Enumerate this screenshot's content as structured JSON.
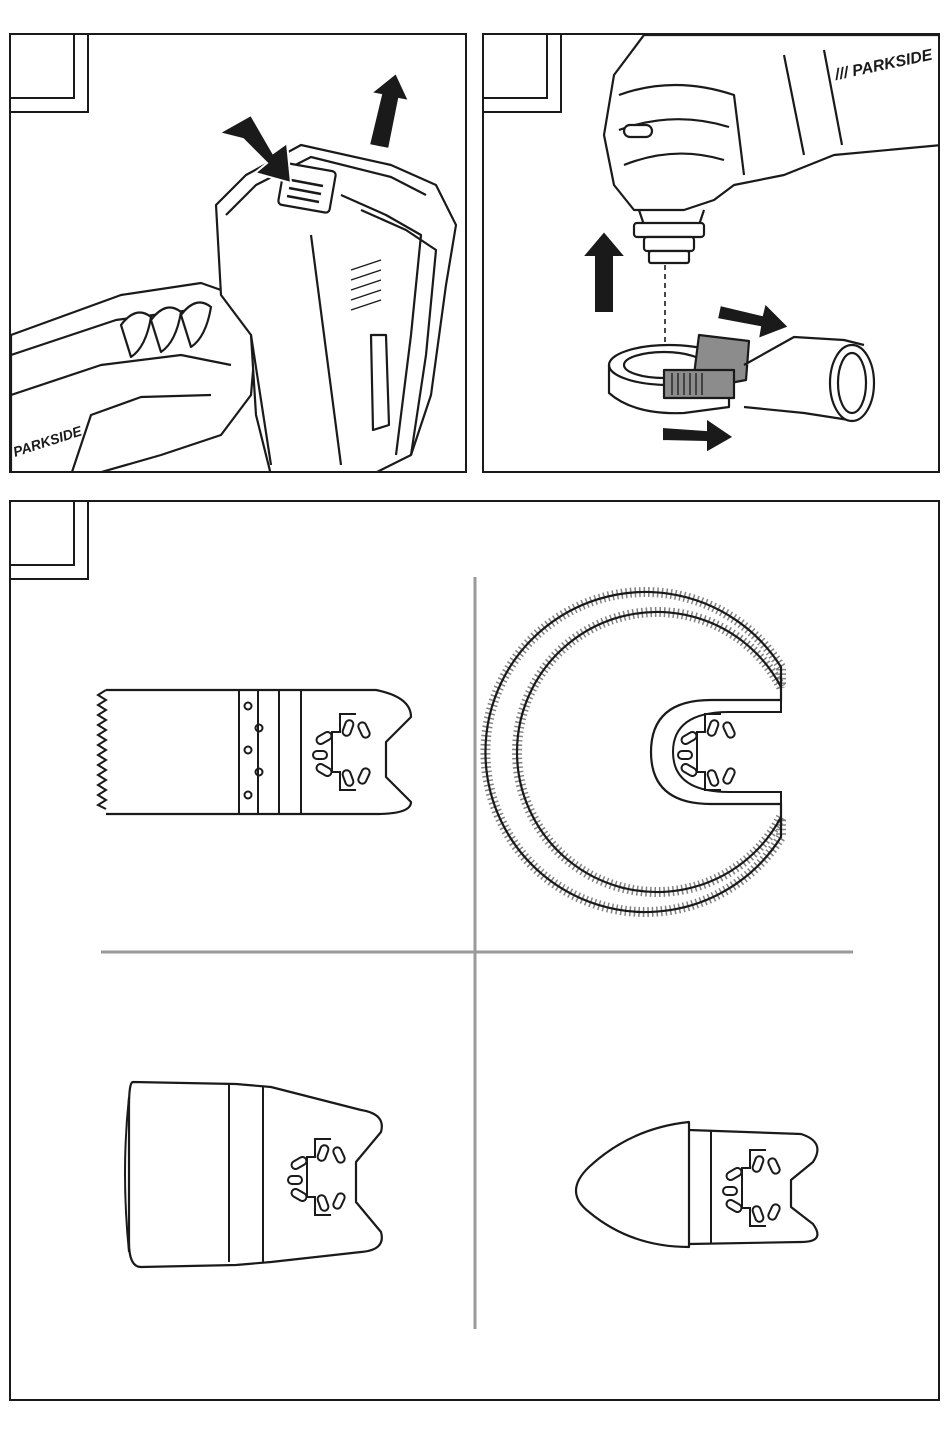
{
  "figures": [
    {
      "id": "fig-a",
      "number": ""
    },
    {
      "id": "fig-b",
      "number": ""
    },
    {
      "id": "fig-c",
      "number": ""
    }
  ],
  "brand": {
    "tool_label_a": "PARKSIDE",
    "tool_label_b": "/// PARKSIDE"
  },
  "colors": {
    "line": "#1a1a1a",
    "divider": "#9a9a9a",
    "clip": "#8c8c8c"
  }
}
